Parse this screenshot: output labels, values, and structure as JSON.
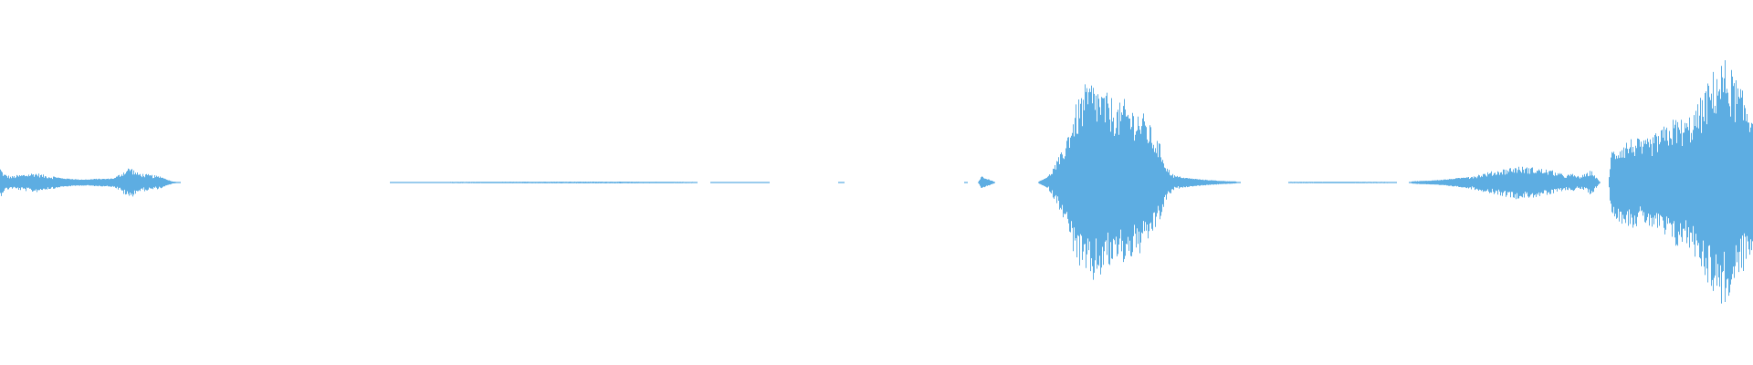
{
  "waveform": {
    "color": "#5dade2",
    "background": "#ffffff",
    "envelope": [
      [
        0.0,
        0.12
      ],
      [
        0.002,
        0.07
      ],
      [
        0.006,
        0.05
      ],
      [
        0.01,
        0.06
      ],
      [
        0.015,
        0.07
      ],
      [
        0.02,
        0.08
      ],
      [
        0.025,
        0.06
      ],
      [
        0.03,
        0.05
      ],
      [
        0.035,
        0.035
      ],
      [
        0.04,
        0.03
      ],
      [
        0.045,
        0.025
      ],
      [
        0.05,
        0.025
      ],
      [
        0.055,
        0.03
      ],
      [
        0.06,
        0.03
      ],
      [
        0.065,
        0.035
      ],
      [
        0.07,
        0.09
      ],
      [
        0.074,
        0.13
      ],
      [
        0.078,
        0.08
      ],
      [
        0.082,
        0.07
      ],
      [
        0.087,
        0.06
      ],
      [
        0.091,
        0.05
      ],
      [
        0.095,
        0.025
      ],
      [
        0.098,
        0.01
      ],
      [
        0.101,
        0.004
      ],
      [
        0.103,
        0.0
      ],
      [
        0.222,
        0.0
      ],
      [
        0.223,
        0.003
      ],
      [
        0.24,
        0.004
      ],
      [
        0.28,
        0.006
      ],
      [
        0.32,
        0.007
      ],
      [
        0.35,
        0.007
      ],
      [
        0.38,
        0.006
      ],
      [
        0.395,
        0.005
      ],
      [
        0.398,
        0.0
      ],
      [
        0.405,
        0.0
      ],
      [
        0.406,
        0.004
      ],
      [
        0.438,
        0.004
      ],
      [
        0.439,
        0.0
      ],
      [
        0.478,
        0.0
      ],
      [
        0.479,
        0.003
      ],
      [
        0.481,
        0.003
      ],
      [
        0.482,
        0.0
      ],
      [
        0.55,
        0.0
      ],
      [
        0.551,
        0.004
      ],
      [
        0.552,
        0.0
      ],
      [
        0.558,
        0.0
      ],
      [
        0.56,
        0.05
      ],
      [
        0.563,
        0.03
      ],
      [
        0.566,
        0.015
      ],
      [
        0.568,
        0.0
      ],
      [
        0.592,
        0.0
      ],
      [
        0.593,
        0.01
      ],
      [
        0.598,
        0.05
      ],
      [
        0.602,
        0.15
      ],
      [
        0.606,
        0.25
      ],
      [
        0.61,
        0.45
      ],
      [
        0.614,
        0.62
      ],
      [
        0.618,
        0.75
      ],
      [
        0.622,
        0.82
      ],
      [
        0.626,
        0.78
      ],
      [
        0.63,
        0.72
      ],
      [
        0.634,
        0.68
      ],
      [
        0.638,
        0.62
      ],
      [
        0.642,
        0.66
      ],
      [
        0.646,
        0.6
      ],
      [
        0.65,
        0.58
      ],
      [
        0.654,
        0.52
      ],
      [
        0.658,
        0.4
      ],
      [
        0.662,
        0.3
      ],
      [
        0.666,
        0.12
      ],
      [
        0.67,
        0.06
      ],
      [
        0.675,
        0.04
      ],
      [
        0.685,
        0.025
      ],
      [
        0.695,
        0.015
      ],
      [
        0.705,
        0.008
      ],
      [
        0.708,
        0.0
      ],
      [
        0.735,
        0.0
      ],
      [
        0.736,
        0.005
      ],
      [
        0.76,
        0.006
      ],
      [
        0.79,
        0.005
      ],
      [
        0.796,
        0.004
      ],
      [
        0.797,
        0.0
      ],
      [
        0.804,
        0.0
      ],
      [
        0.806,
        0.01
      ],
      [
        0.815,
        0.015
      ],
      [
        0.825,
        0.025
      ],
      [
        0.835,
        0.04
      ],
      [
        0.845,
        0.07
      ],
      [
        0.855,
        0.1
      ],
      [
        0.865,
        0.13
      ],
      [
        0.875,
        0.12
      ],
      [
        0.885,
        0.1
      ],
      [
        0.893,
        0.06
      ],
      [
        0.897,
        0.07
      ],
      [
        0.901,
        0.05
      ],
      [
        0.905,
        0.07
      ],
      [
        0.908,
        0.1
      ],
      [
        0.911,
        0.04
      ],
      [
        0.913,
        0.0
      ],
      [
        0.918,
        0.0
      ],
      [
        0.919,
        0.25
      ],
      [
        0.925,
        0.32
      ],
      [
        0.932,
        0.36
      ],
      [
        0.938,
        0.33
      ],
      [
        0.944,
        0.38
      ],
      [
        0.95,
        0.45
      ],
      [
        0.956,
        0.52
      ],
      [
        0.962,
        0.5
      ],
      [
        0.968,
        0.6
      ],
      [
        0.974,
        0.78
      ],
      [
        0.98,
        0.95
      ],
      [
        0.985,
        0.98
      ],
      [
        0.99,
        0.85
      ],
      [
        0.995,
        0.7
      ],
      [
        1.0,
        0.6
      ]
    ],
    "gaps": [
      [
        0.103,
        0.222
      ],
      [
        0.398,
        0.405
      ],
      [
        0.439,
        0.478
      ],
      [
        0.482,
        0.55
      ],
      [
        0.552,
        0.558
      ],
      [
        0.568,
        0.592
      ],
      [
        0.708,
        0.735
      ],
      [
        0.797,
        0.804
      ],
      [
        0.913,
        0.918
      ]
    ]
  }
}
